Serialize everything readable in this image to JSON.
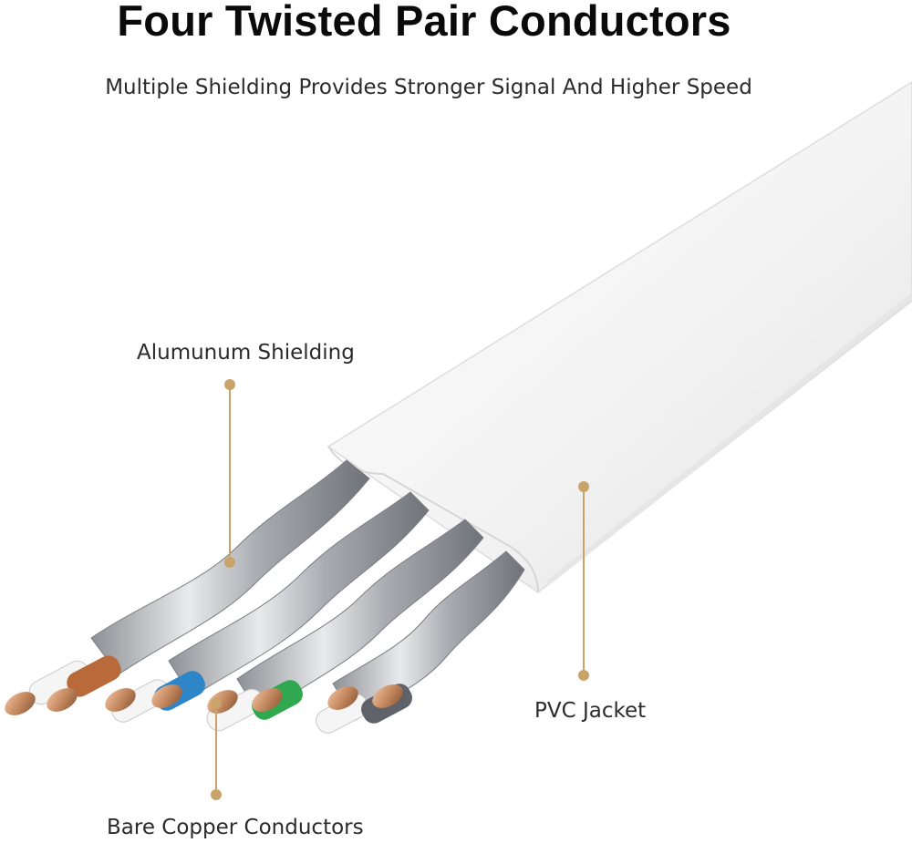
{
  "header": {
    "title": "Four Twisted Pair Conductors",
    "subtitle": "Multiple Shielding Provides Stronger Signal And Higher Speed"
  },
  "callouts": {
    "shielding": "Alumunum Shielding",
    "jacket": "PVC Jacket",
    "conductors": "Bare Copper Conductors"
  },
  "colors": {
    "leader_line": "#c9a46a",
    "jacket": "#f4f4f4",
    "foil": "#b7b9bd",
    "copper": "#c58a61",
    "pair_orange": "#b86a3b",
    "pair_blue": "#2e86c9",
    "pair_green": "#2fa84f",
    "pair_gray": "#5f6268"
  }
}
